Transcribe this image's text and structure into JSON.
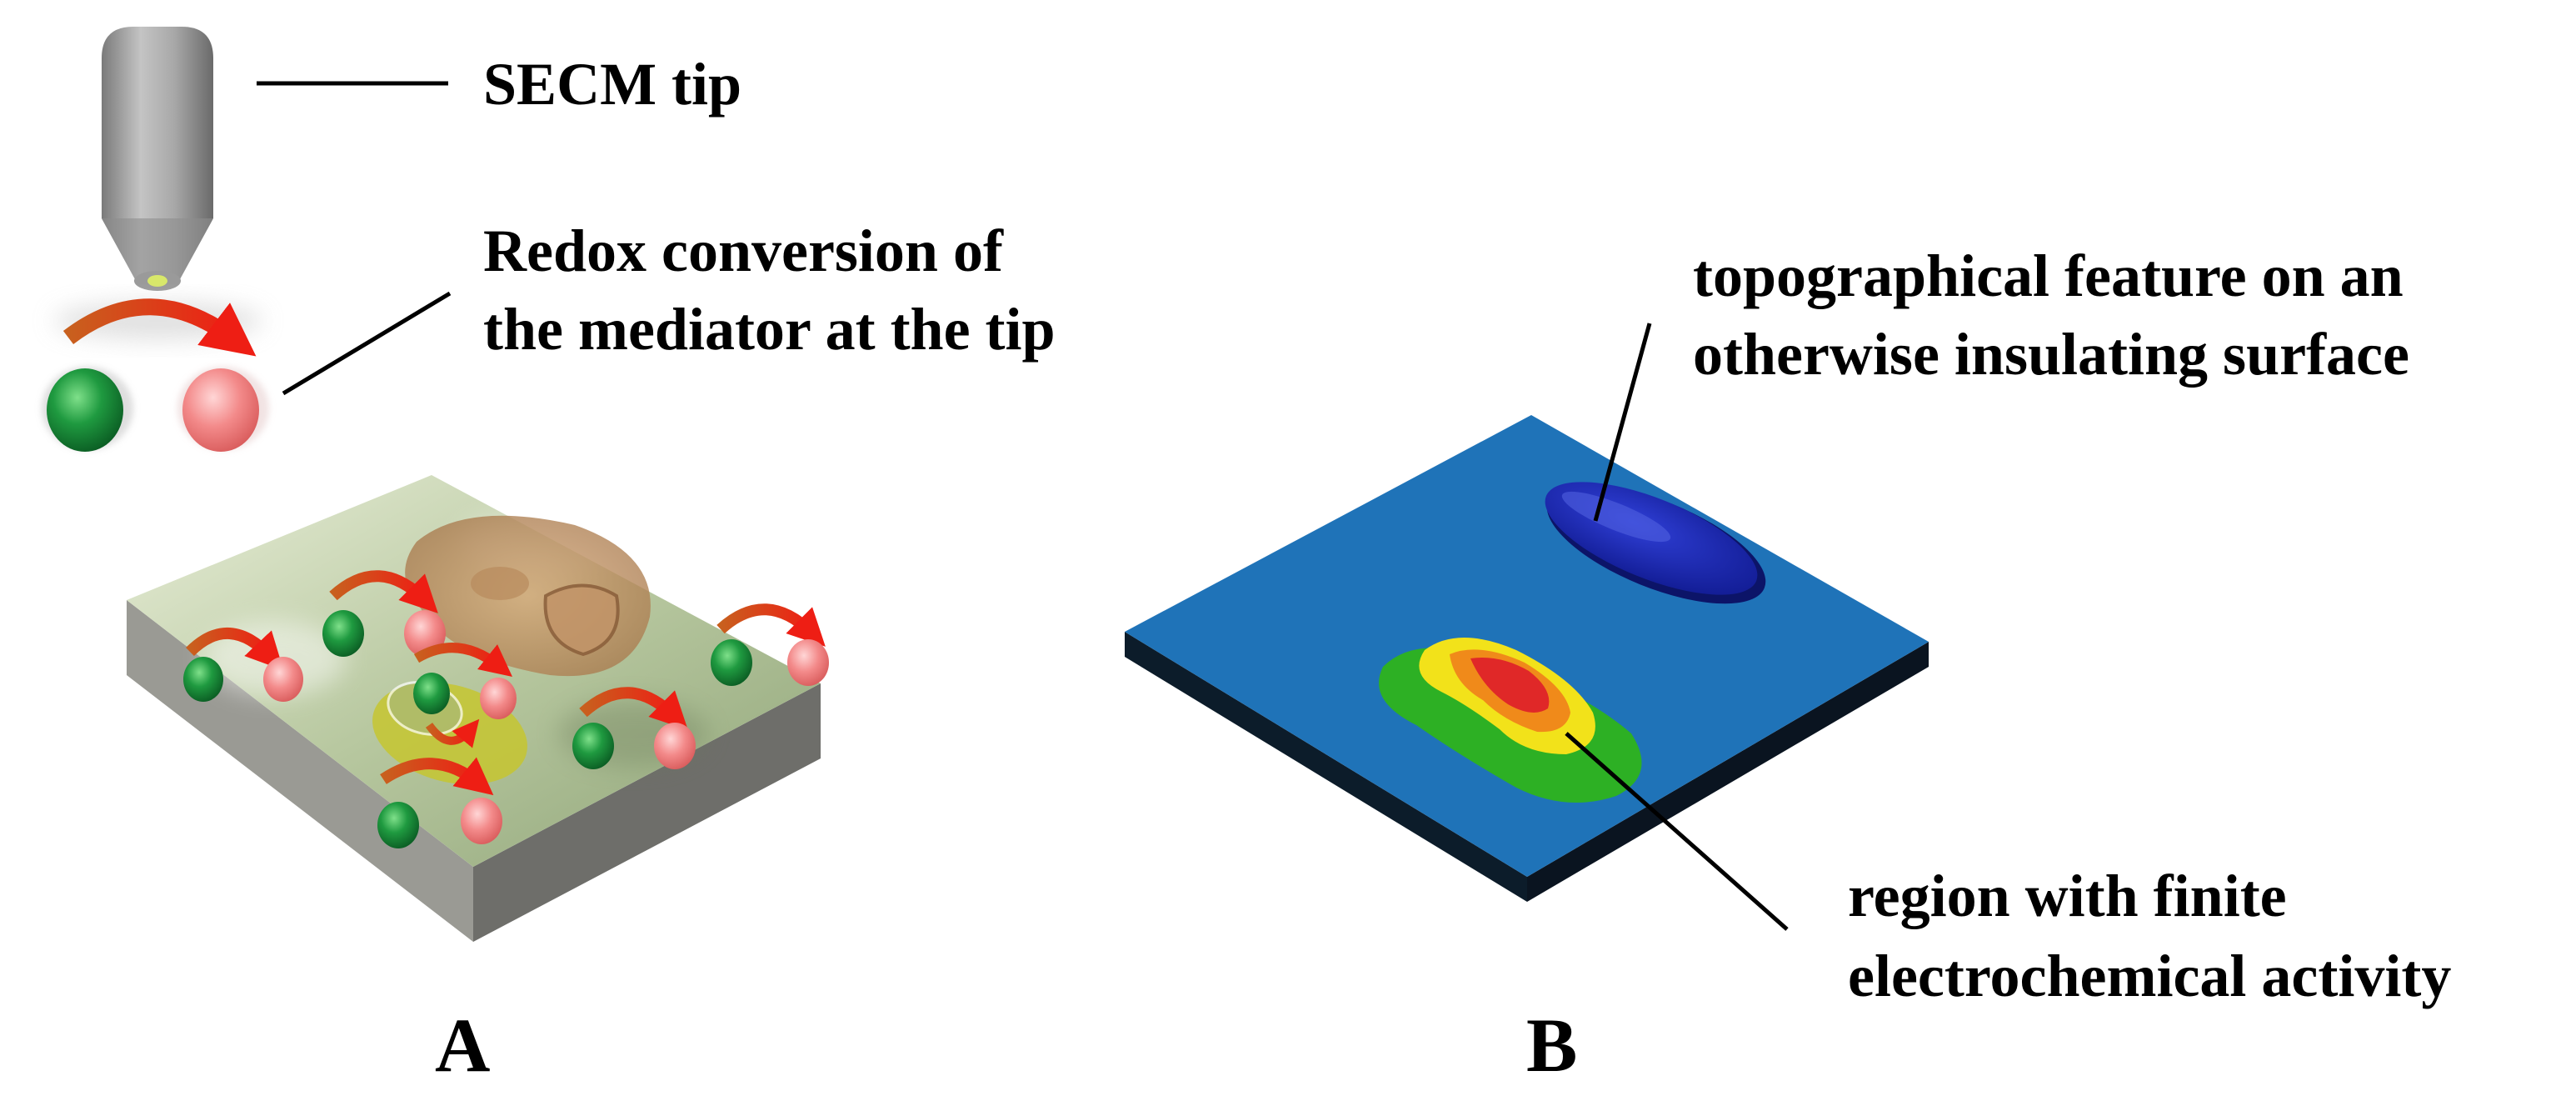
{
  "panel_a": {
    "label": "A",
    "annotations": {
      "tip": "SECM tip",
      "redox_line1": "Redox conversion of",
      "redox_line2": "the mediator at the tip"
    }
  },
  "panel_b": {
    "label": "B",
    "annotations": {
      "topo_line1": "topographical feature on an",
      "topo_line2": "otherwise insulating surface",
      "region_line1": "region with finite",
      "region_line2": "electrochemical activity"
    }
  },
  "colors": {
    "mediator_reduced": "#1a8a3a",
    "mediator_oxidized": "#f07878",
    "arrow_gradient_start": "#d2691e",
    "arrow_gradient_end": "#e8201a",
    "substrate_blue": "#1f73b8",
    "topography_feature": "#1c28b0",
    "activity_green": "#2db024",
    "activity_yellow": "#f2e21a",
    "activity_orange": "#f08a1a",
    "activity_red": "#e02828"
  }
}
